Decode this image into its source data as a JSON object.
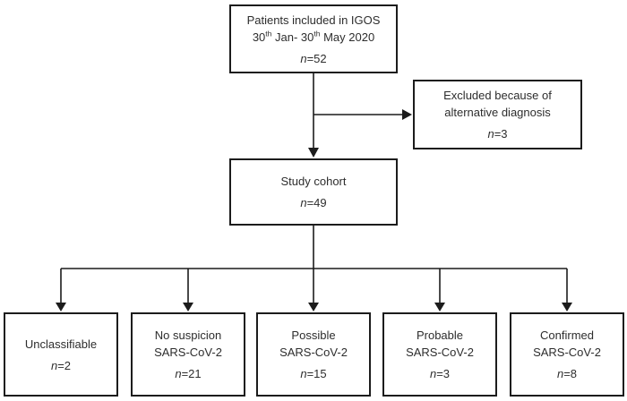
{
  "colors": {
    "background": "#ffffff",
    "line": "#1c1c1c",
    "box_border": "#1c1c1c",
    "text": "#2d2d2d"
  },
  "boxes": {
    "igos": {
      "line1": "Patients included in IGOS",
      "date_start": "30",
      "date_sup1": "th",
      "date_mid": " Jan- 30",
      "date_sup2": "th",
      "date_end": " May 2020",
      "n_label": "n",
      "n_value": "=52"
    },
    "excluded": {
      "line1": "Excluded because of",
      "line2": "alternative diagnosis",
      "n_label": "n",
      "n_value": "=3"
    },
    "cohort": {
      "line1": "Study cohort",
      "n_label": "n",
      "n_value": "=49"
    },
    "outcomes": [
      {
        "line1": "Unclassifiable",
        "n_label": "n",
        "n_value": "=2"
      },
      {
        "line1": "No suspicion",
        "line2": "SARS-CoV-2",
        "n_label": "n",
        "n_value": "=21"
      },
      {
        "line1": "Possible",
        "line2": "SARS-CoV-2",
        "n_label": "n",
        "n_value": "=15"
      },
      {
        "line1": "Probable",
        "line2": "SARS-CoV-2",
        "n_label": "n",
        "n_value": "=3"
      },
      {
        "line1": "Confirmed",
        "line2": "SARS-CoV-2",
        "n_label": "n",
        "n_value": "=8"
      }
    ]
  }
}
